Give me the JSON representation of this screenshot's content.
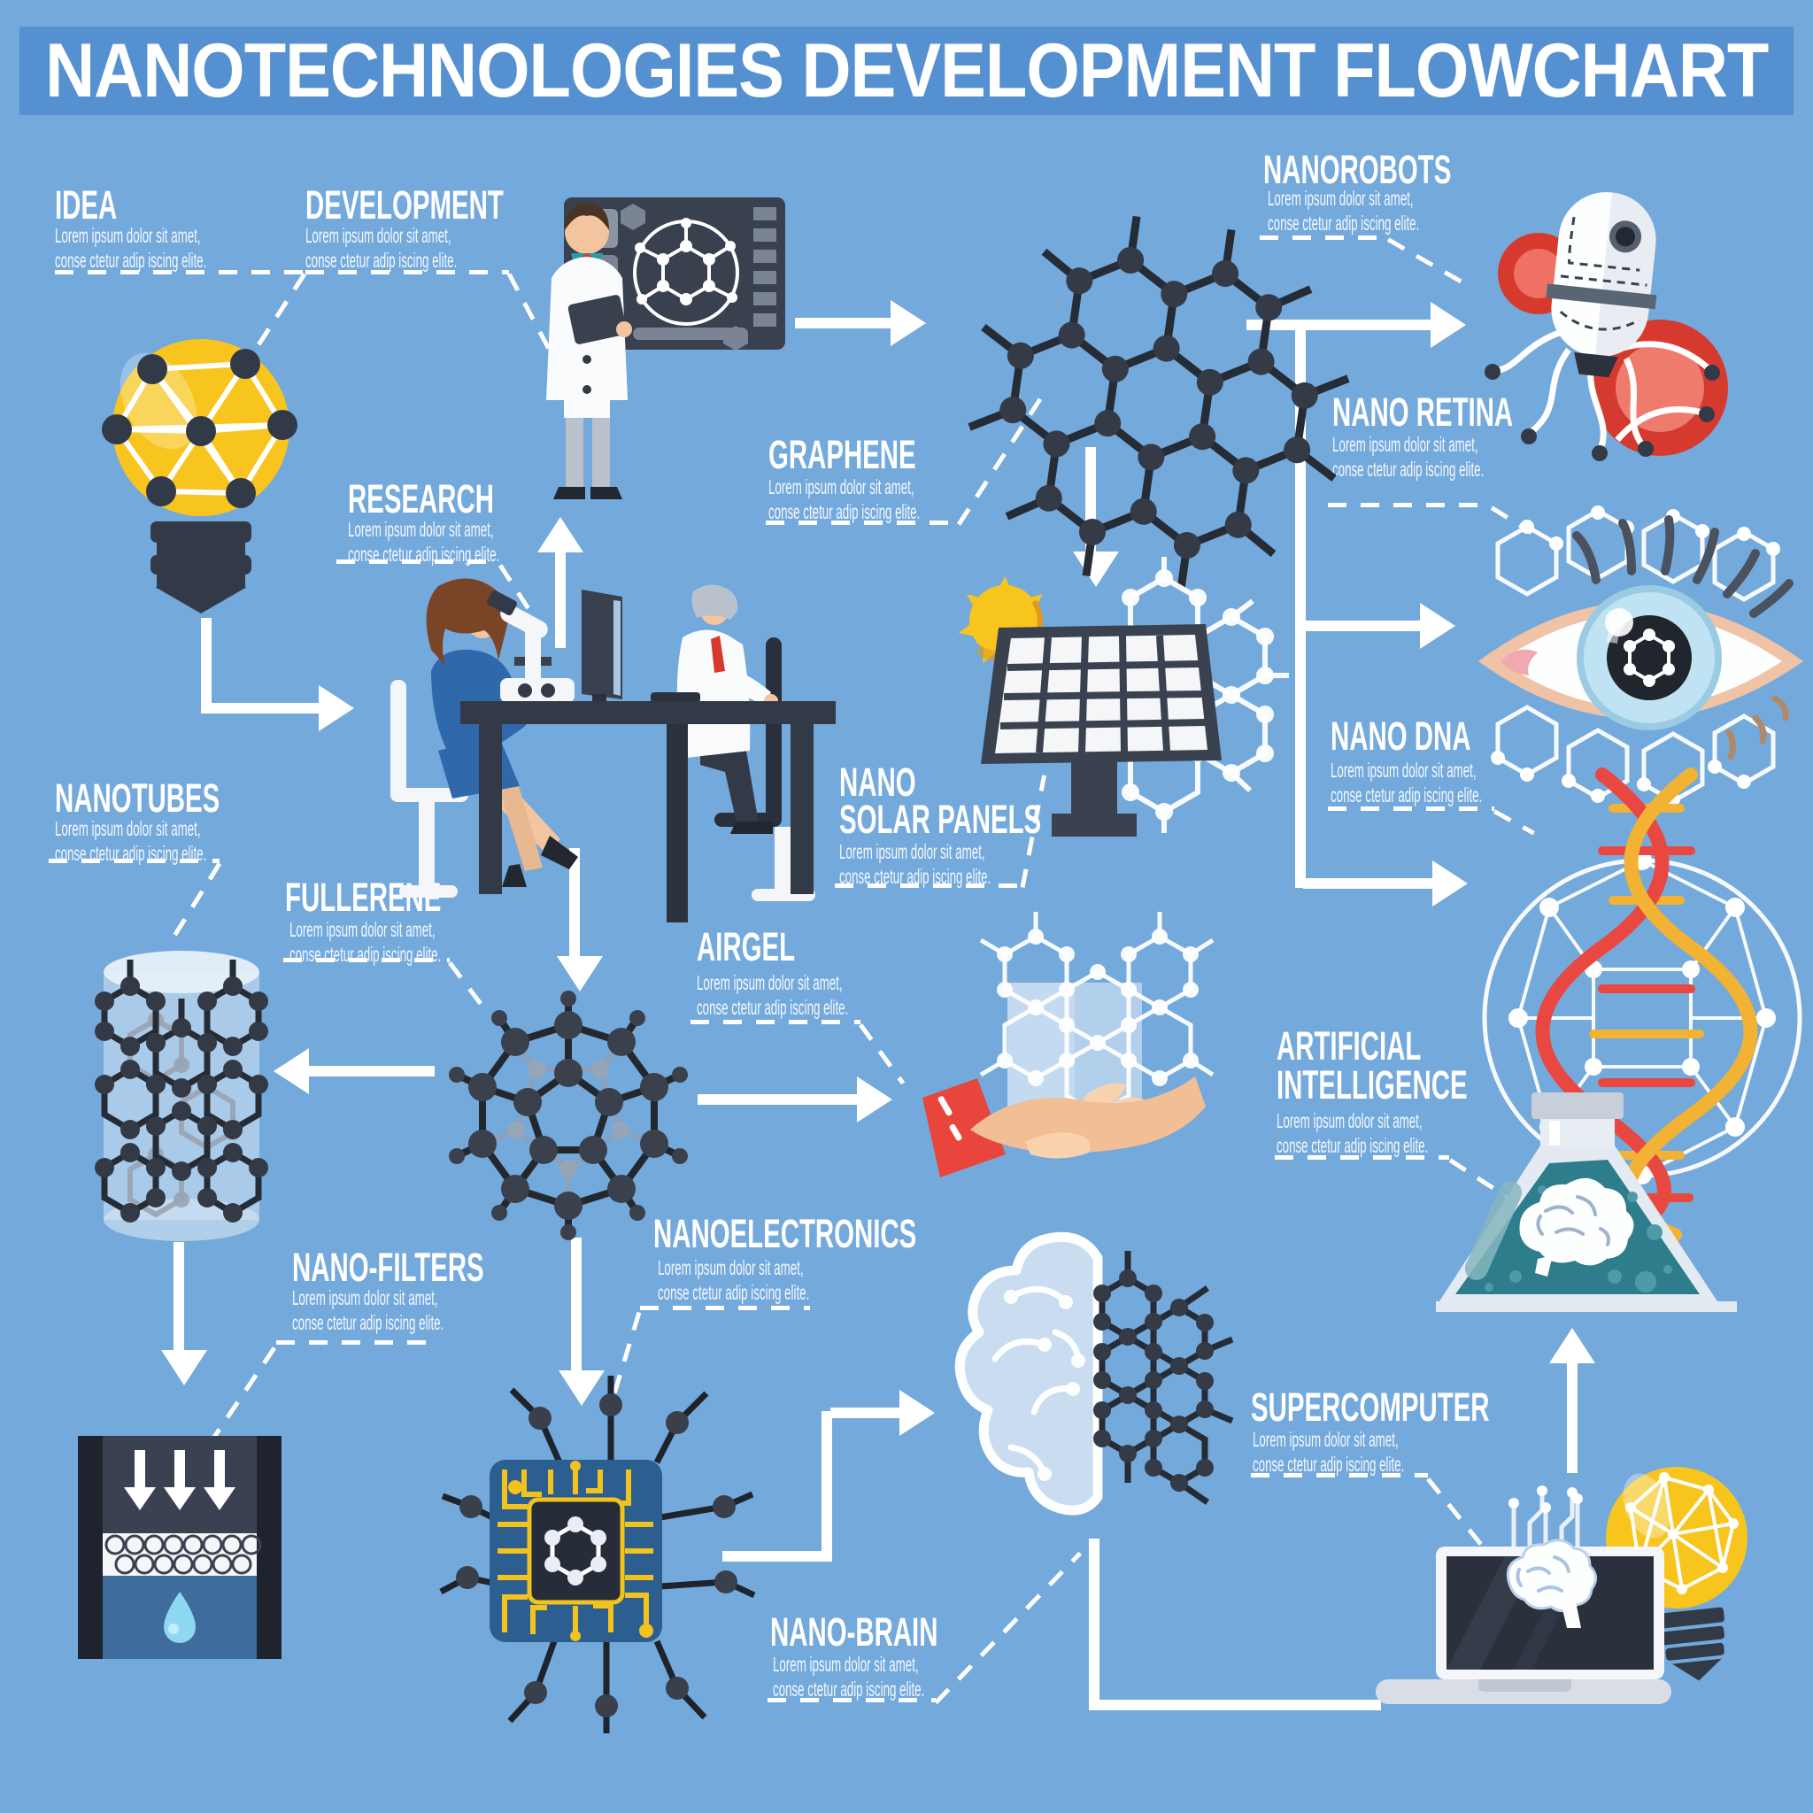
{
  "header": {
    "title": "NANOTECHNOLOGIES DEVELOPMENT FLOWCHART"
  },
  "lorem": {
    "l1": "Lorem ipsum dolor sit amet,",
    "l2": "conse ctetur adip iscing elite."
  },
  "nodes": {
    "idea": {
      "label": "IDEA"
    },
    "development": {
      "label": "DEVELOPMENT"
    },
    "research": {
      "label": "RESEARCH"
    },
    "graphene": {
      "label": "GRAPHENE"
    },
    "nanorobots": {
      "label": "NANOROBOTS"
    },
    "nano_retina": {
      "label": "NANO RETINA"
    },
    "nano_dna": {
      "label": "NANO DNA"
    },
    "nano_solar_panels": {
      "label1": "NANO",
      "label2": "SOLAR PANELS"
    },
    "nanotubes": {
      "label": "NANOTUBES"
    },
    "fullerene": {
      "label": "FULLERENE"
    },
    "airgel": {
      "label": "AIRGEL"
    },
    "artificial_intelligence": {
      "label1": "ARTIFICIAL",
      "label2": "INTELLIGENCE"
    },
    "nano_filters": {
      "label": "NANO-FILTERS"
    },
    "nanoelectronics": {
      "label": "NANOELECTRONICS"
    },
    "nano_brain": {
      "label": "NANO-BRAIN"
    },
    "supercomputer": {
      "label": "SUPERCOMPUTER"
    }
  },
  "icons": {
    "idea": "lightbulb-network-icon",
    "development": "scientist-presentation-icon",
    "research": "lab-desk-scientists-icon",
    "graphene": "graphene-lattice-icon",
    "nanorobots": "nanorobot-blood-cells-icon",
    "nano_retina": "eye-molecule-icon",
    "nano_dna": "dna-helix-sphere-icon",
    "nano_solar_panels": "solar-panel-sun-icon",
    "nanotubes": "nanotube-cylinder-icon",
    "fullerene": "fullerene-sphere-icon",
    "airgel": "hand-airgel-cube-icon",
    "artificial_intelligence": "flask-brain-icon",
    "nano_filters": "nano-filter-droplet-icon",
    "nanoelectronics": "microchip-molecule-icon",
    "nano_brain": "brain-graphene-icon",
    "supercomputer": "laptop-brain-bulb-icon"
  },
  "colors": {
    "background": "#74A9DC",
    "header_bar": "#5590D1",
    "text": "#FFFFFF",
    "dark_molecule": "#333A47",
    "deep_dark": "#222733",
    "yellow": "#F7C51E",
    "red_cell": "#D63A2E",
    "red_sleeve": "#E8463C",
    "skin": "#F2C4A0",
    "pcb_blue": "#2C5F8F",
    "trace_yellow": "#F2C21E",
    "flask_teal": "#2E7D8C",
    "water_blue": "#3E6D9D",
    "droplet_cyan": "#8ED8F2",
    "brain_blue": "#C9DCF0",
    "woman_blue": "#2F69AC",
    "light_gray": "#E4EAF1"
  }
}
